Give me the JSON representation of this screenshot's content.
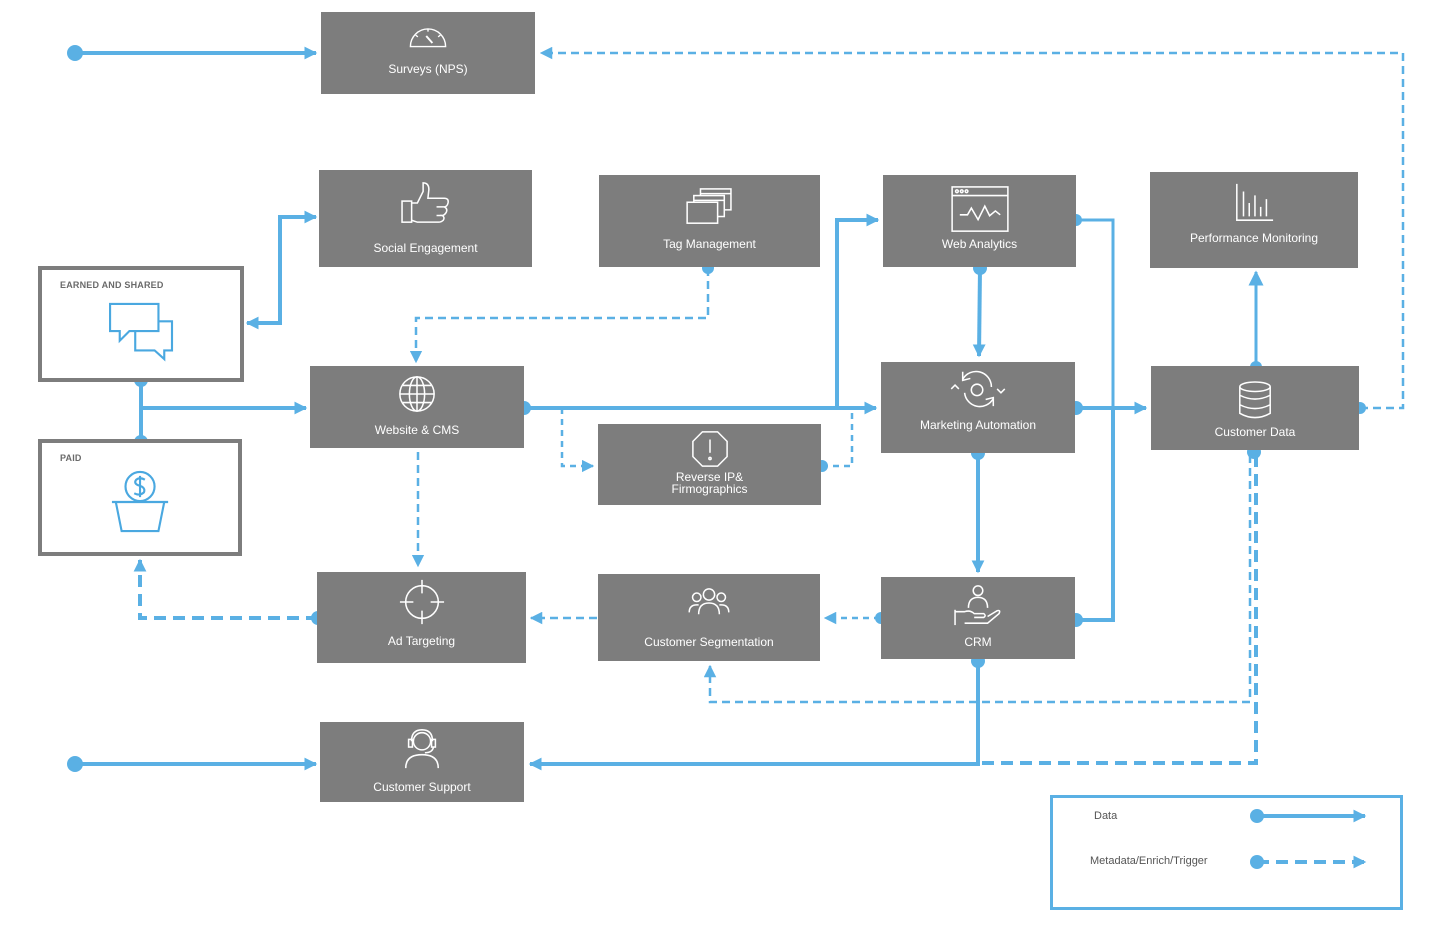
{
  "nodes": {
    "surveys": "Surveys (NPS)",
    "social": "Social Engagement",
    "tag": "Tag  Management",
    "web_analytics": "Web  Analytics",
    "performance": "Performance Monitoring",
    "website": "Website & CMS",
    "reverse_ip": "Reverse IP&\nFirmographics",
    "marketing_automation": "Marketing Automation",
    "customer_data": "Customer Data",
    "ad_targeting": "Ad Targeting",
    "segmentation": "Customer Segmentation",
    "crm": "CRM",
    "support": "Customer Support"
  },
  "frames": {
    "earned": "EARNED AND SHARED",
    "paid": "PAID"
  },
  "legend": {
    "data": "Data",
    "meta": "Metadata/Enrich/Trigger"
  },
  "colors": {
    "box": "#7d7d7d",
    "line": "#5ab0e4"
  }
}
